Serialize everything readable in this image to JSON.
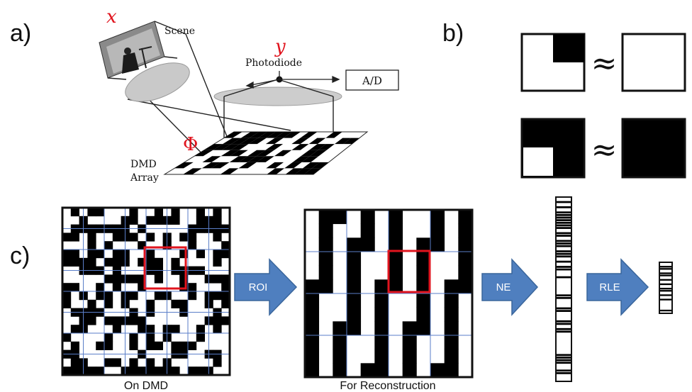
{
  "panels": {
    "a": "a)",
    "b": "b)",
    "c": "c)"
  },
  "setup": {
    "scene_label": "Scene",
    "photodiode_label": "Photodiode",
    "ad_label": "A/D",
    "dmd_label_line1": "DMD",
    "dmd_label_line2": "Array",
    "symbol_x": "x",
    "symbol_y": "y",
    "symbol_phi": "Φ"
  },
  "approx": {
    "symbol": "≈"
  },
  "pipeline": {
    "on_dmd_caption": "On DMD",
    "reconstruction_caption": "For Reconstruction",
    "arrow_roi": "ROI",
    "arrow_ne": "NE",
    "arrow_rle": "RLE"
  },
  "colors": {
    "accent_red": "#e0141e",
    "grid_blue": "#5a7ec8",
    "arrow_fill": "#4f7fbf",
    "arrow_stroke": "#3a669c"
  }
}
